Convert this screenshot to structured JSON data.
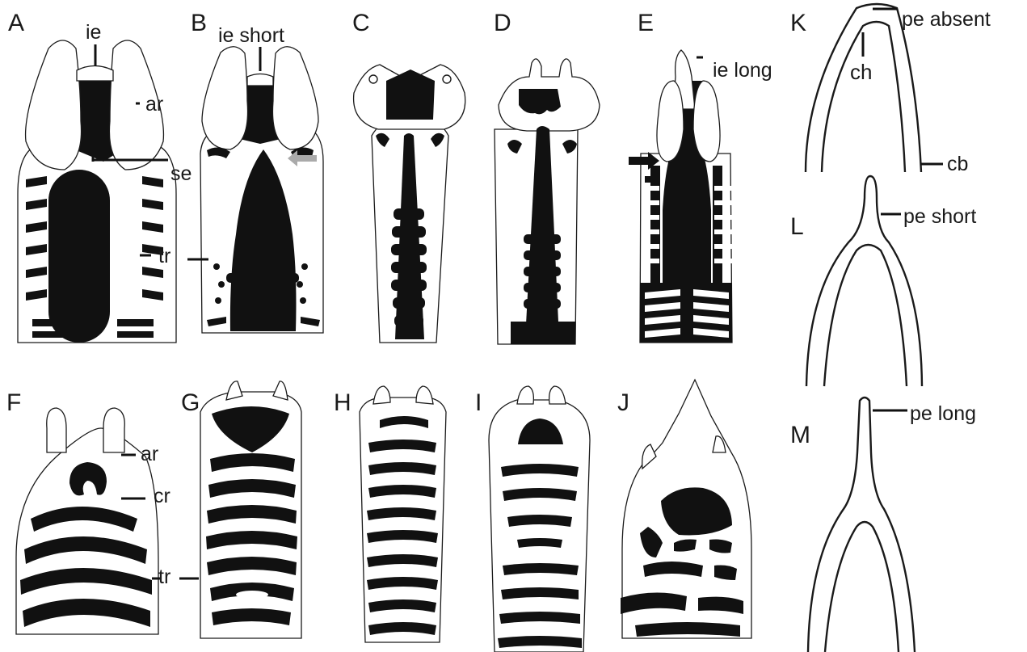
{
  "panels": {
    "A": "A",
    "B": "B",
    "C": "C",
    "D": "D",
    "E": "E",
    "F": "F",
    "G": "G",
    "H": "H",
    "I": "I",
    "J": "J",
    "K": "K",
    "L": "L",
    "M": "M"
  },
  "annotations": {
    "ie": "ie",
    "ar_a": "ar",
    "se": "se",
    "tr_a": "tr",
    "ie_short": "ie short",
    "tr_b": "tr",
    "ie_long": "ie long",
    "pe_absent": "pe absent",
    "ch": "ch",
    "cb": "cb",
    "pe_short": "pe short",
    "pe_long": "pe long",
    "ar_f": "ar",
    "cr": "cr",
    "tr_g": "tr"
  },
  "arrows": {
    "panel_b": "#aaaaaa",
    "panel_e": "#111111"
  },
  "colors": {
    "ink": "#111111",
    "paper": "#ffffff"
  }
}
